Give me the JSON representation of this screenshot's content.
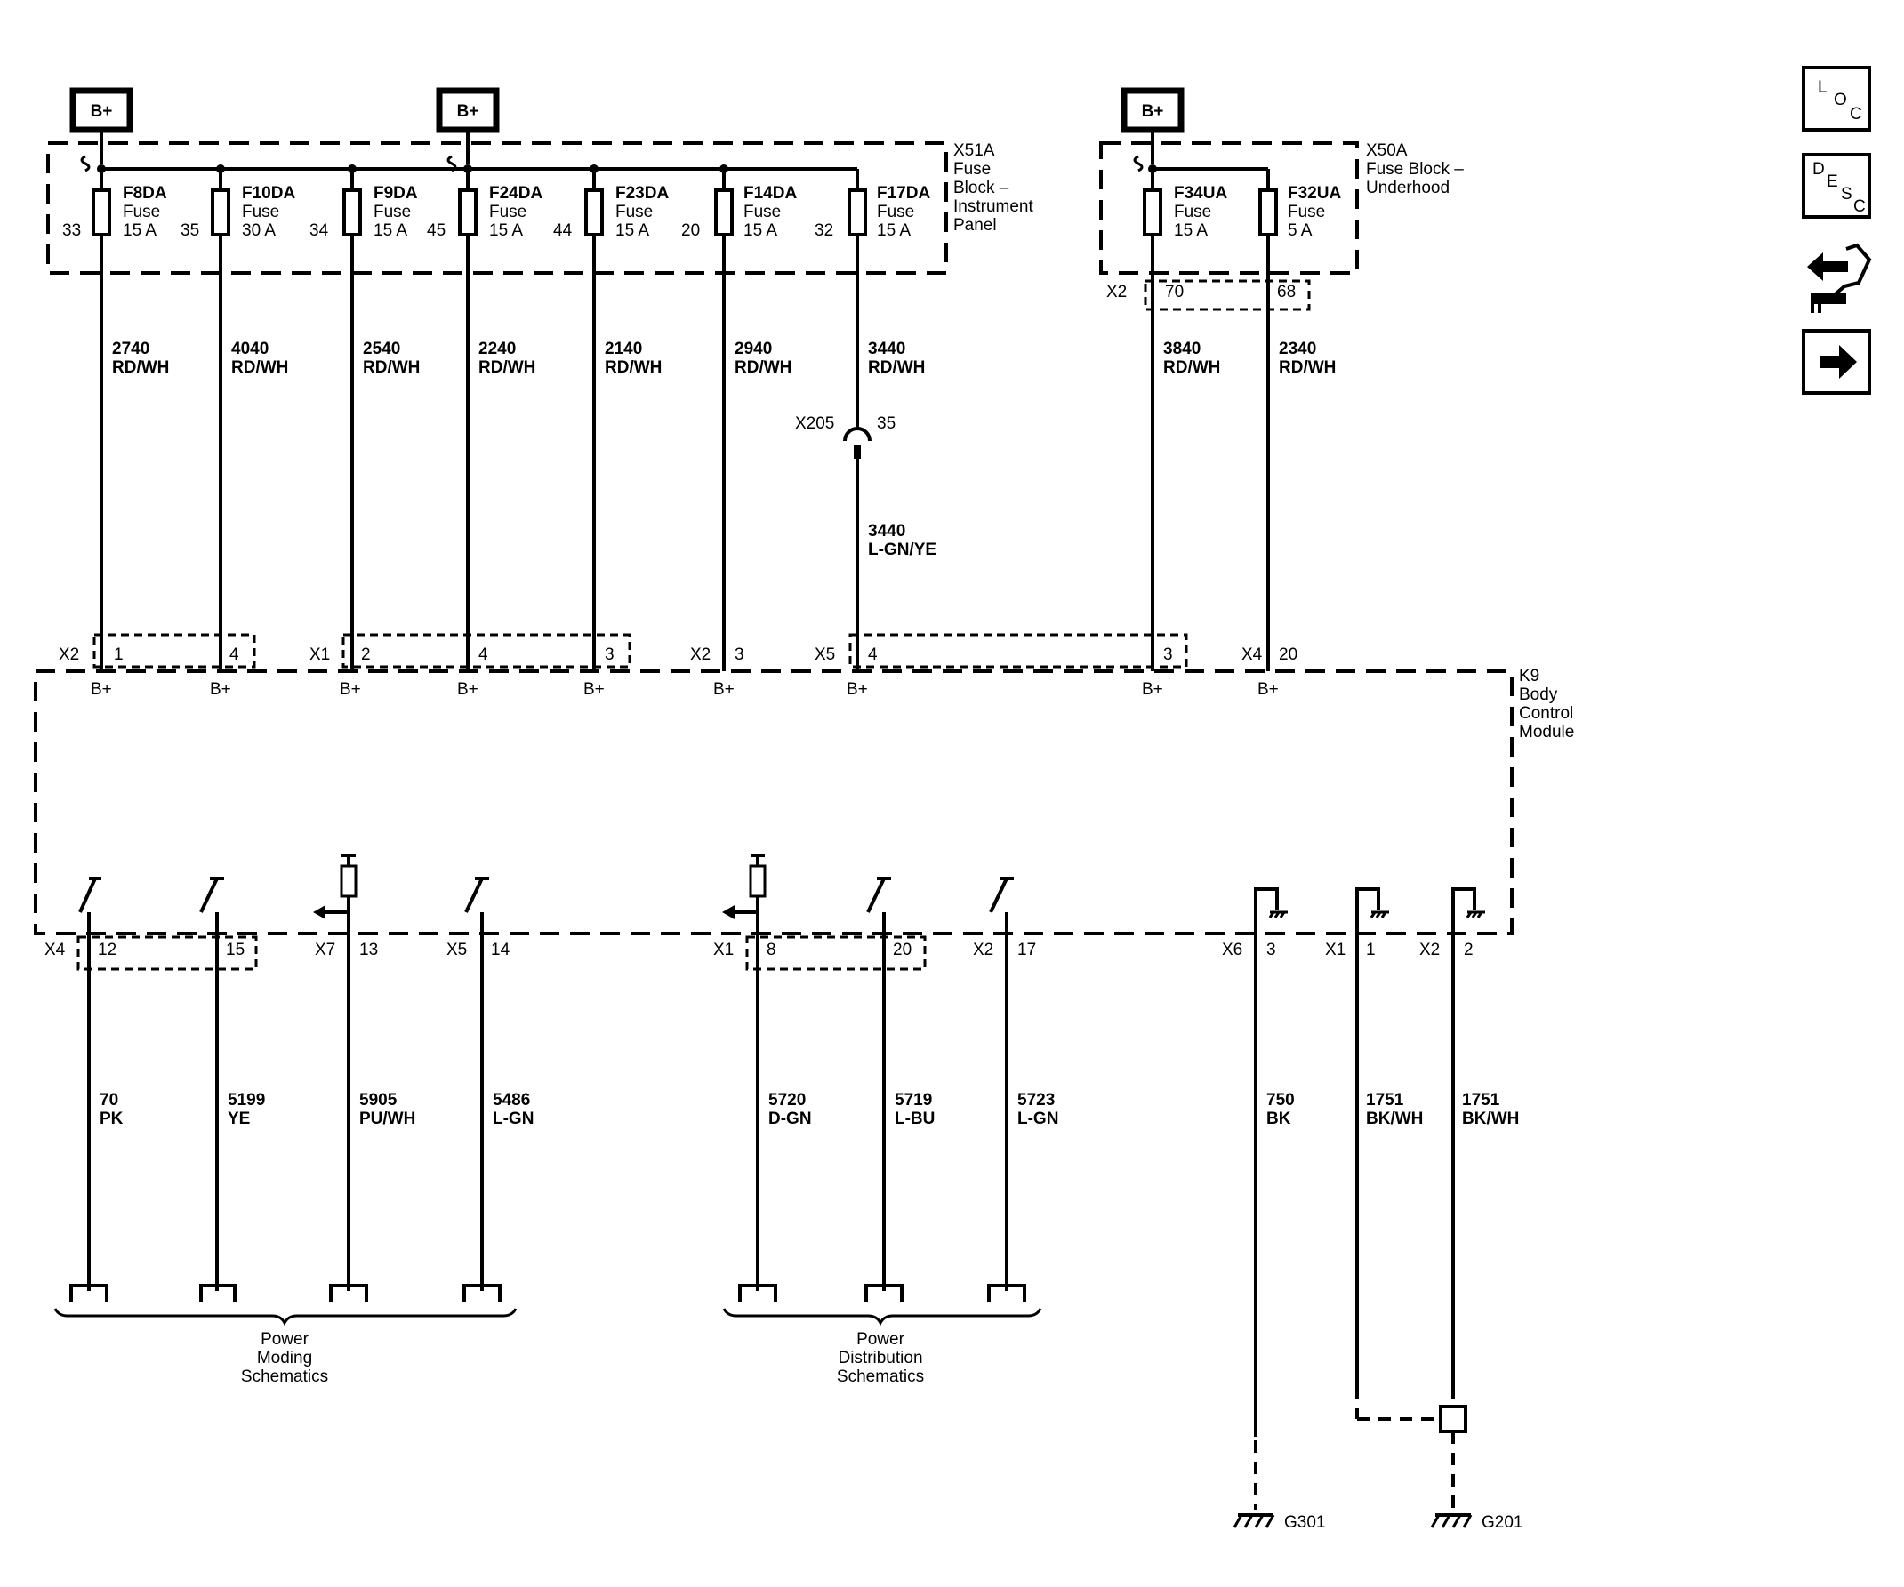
{
  "supply_label": "B+",
  "fuse_word": "Fuse",
  "fuse_blocks": [
    {
      "id": "X51A",
      "name": [
        "X51A",
        "Fuse",
        "Block –",
        "Instrument",
        "Panel"
      ]
    },
    {
      "id": "X50A",
      "name": [
        "X50A",
        "Fuse Block –",
        "Underhood"
      ]
    }
  ],
  "fuses": [
    {
      "name": "F8DA",
      "rating": "15 A",
      "cavity": "33",
      "wire": "2740",
      "color": "RD/WH",
      "conn": "X2",
      "pin": "1",
      "pin_label": "B+"
    },
    {
      "name": "F10DA",
      "rating": "30 A",
      "cavity": "35",
      "wire": "4040",
      "color": "RD/WH",
      "conn": "",
      "pin": "4",
      "pin_label": "B+"
    },
    {
      "name": "F9DA",
      "rating": "15 A",
      "cavity": "34",
      "wire": "2540",
      "color": "RD/WH",
      "conn": "X1",
      "pin": "2",
      "pin_label": "B+"
    },
    {
      "name": "F24DA",
      "rating": "15 A",
      "cavity": "45",
      "wire": "2240",
      "color": "RD/WH",
      "conn": "",
      "pin": "4",
      "pin_label": "B+"
    },
    {
      "name": "F23DA",
      "rating": "15 A",
      "cavity": "44",
      "wire": "2140",
      "color": "RD/WH",
      "conn": "",
      "pin": "3",
      "pin_label": "B+"
    },
    {
      "name": "F14DA",
      "rating": "15 A",
      "cavity": "20",
      "wire": "2940",
      "color": "RD/WH",
      "conn": "X2",
      "pin": "3",
      "pin_label": "B+"
    },
    {
      "name": "F17DA",
      "rating": "15 A",
      "cavity": "32",
      "wire": "3440",
      "color": "RD/WH",
      "conn": "X5",
      "pin": "4",
      "pin_label": "B+"
    },
    {
      "name": "F34UA",
      "rating": "15 A",
      "cavity": "70",
      "wire": "3840",
      "color": "RD/WH",
      "conn": "",
      "pin": "3",
      "pin_label": "B+"
    },
    {
      "name": "F32UA",
      "rating": "5 A",
      "cavity": "68",
      "wire": "2340",
      "color": "RD/WH",
      "conn": "X4",
      "pin": "20",
      "pin_label": "B+"
    }
  ],
  "x50a_connector": "X2",
  "inline_connector": {
    "name": "X205",
    "pin": "35",
    "wire_after": "3440",
    "color_after": "L-GN/YE"
  },
  "module": {
    "ref": "K9",
    "name": [
      "Body",
      "Control",
      "Module"
    ]
  },
  "outputs": [
    {
      "conn": "X4",
      "pin": "12",
      "wire": "70",
      "color": "PK"
    },
    {
      "conn": "",
      "pin": "15",
      "wire": "5199",
      "color": "YE"
    },
    {
      "conn": "X7",
      "pin": "13",
      "wire": "5905",
      "color": "PU/WH"
    },
    {
      "conn": "X5",
      "pin": "14",
      "wire": "5486",
      "color": "L-GN"
    },
    {
      "conn": "X1",
      "pin": "8",
      "wire": "5720",
      "color": "D-GN"
    },
    {
      "conn": "",
      "pin": "20",
      "wire": "5719",
      "color": "L-BU"
    },
    {
      "conn": "X2",
      "pin": "17",
      "wire": "5723",
      "color": "L-GN"
    }
  ],
  "grounds": [
    {
      "conn": "X6",
      "pin": "3",
      "wire": "750",
      "color": "BK",
      "ground": "G301"
    },
    {
      "conn": "X1",
      "pin": "1",
      "wire": "1751",
      "color": "BK/WH",
      "ground": ""
    },
    {
      "conn": "X2",
      "pin": "2",
      "wire": "1751",
      "color": "BK/WH",
      "ground": "G201"
    }
  ],
  "references": [
    [
      "Power",
      "Moding",
      "Schematics"
    ],
    [
      "Power",
      "Distribution",
      "Schematics"
    ]
  ],
  "icons": {
    "loc": [
      "L",
      "O",
      "C"
    ],
    "desc": [
      "D",
      "E",
      "S",
      "C"
    ],
    "connector": "connector-end-view-icon",
    "next": "arrow-right-icon"
  }
}
